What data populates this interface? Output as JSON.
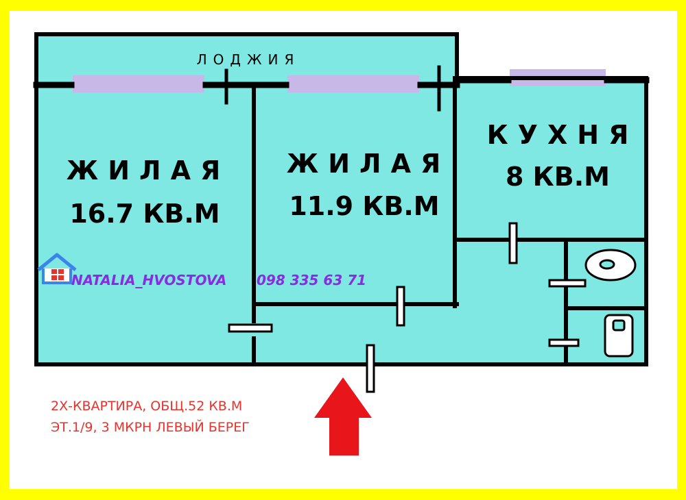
{
  "plan": {
    "loggia_label": "ЛОДЖИЯ",
    "rooms": [
      {
        "title": "ЖИЛАЯ",
        "area": "16.7 КВ.М"
      },
      {
        "title": "ЖИЛАЯ",
        "area": "11.9 КВ.М"
      },
      {
        "title": "КУХНЯ",
        "area": "8 КВ.М"
      }
    ]
  },
  "watermark": {
    "name": "NATALIA_HVOSTOVA",
    "phone": "098 335 63 71",
    "icon": "house-logo-icon"
  },
  "caption": {
    "line1": "2Х-КВАРТИРА, ОБЩ.52 КВ.М",
    "line2": "ЭТ.1/9, 3 МКРН ЛЕВЫЙ БЕРЕГ"
  },
  "entrance_arrow": {
    "icon": "entrance-arrow-icon"
  },
  "colors": {
    "background": "#ffff00",
    "floor": "#7fe8e2",
    "walls": "#000000",
    "windows": "#c8b8e8",
    "watermark": "#8a2be2",
    "caption": "#e8322c",
    "arrow": "#e8161b"
  }
}
